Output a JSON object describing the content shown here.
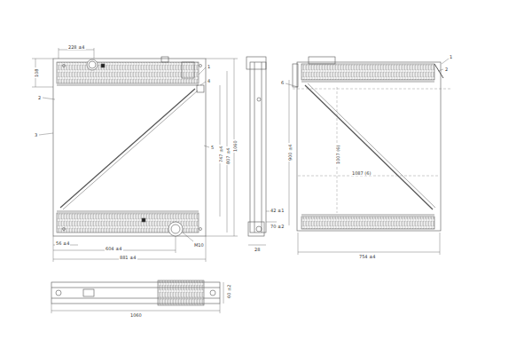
{
  "diagram": {
    "labels": [
      "228 ±4",
      "108",
      "1",
      "4",
      "2",
      "3",
      "5",
      "747 ±4",
      "807 ±4",
      "1060",
      "56 ±4",
      "604 ±4",
      "881 ±4",
      "M10",
      "42 ±1",
      "70 ±2",
      "28",
      "1",
      "2",
      "6",
      "900 ±4",
      "1007 (6)",
      "1087 (6)",
      "754 ±4",
      "1060",
      "60 ±2"
    ]
  }
}
